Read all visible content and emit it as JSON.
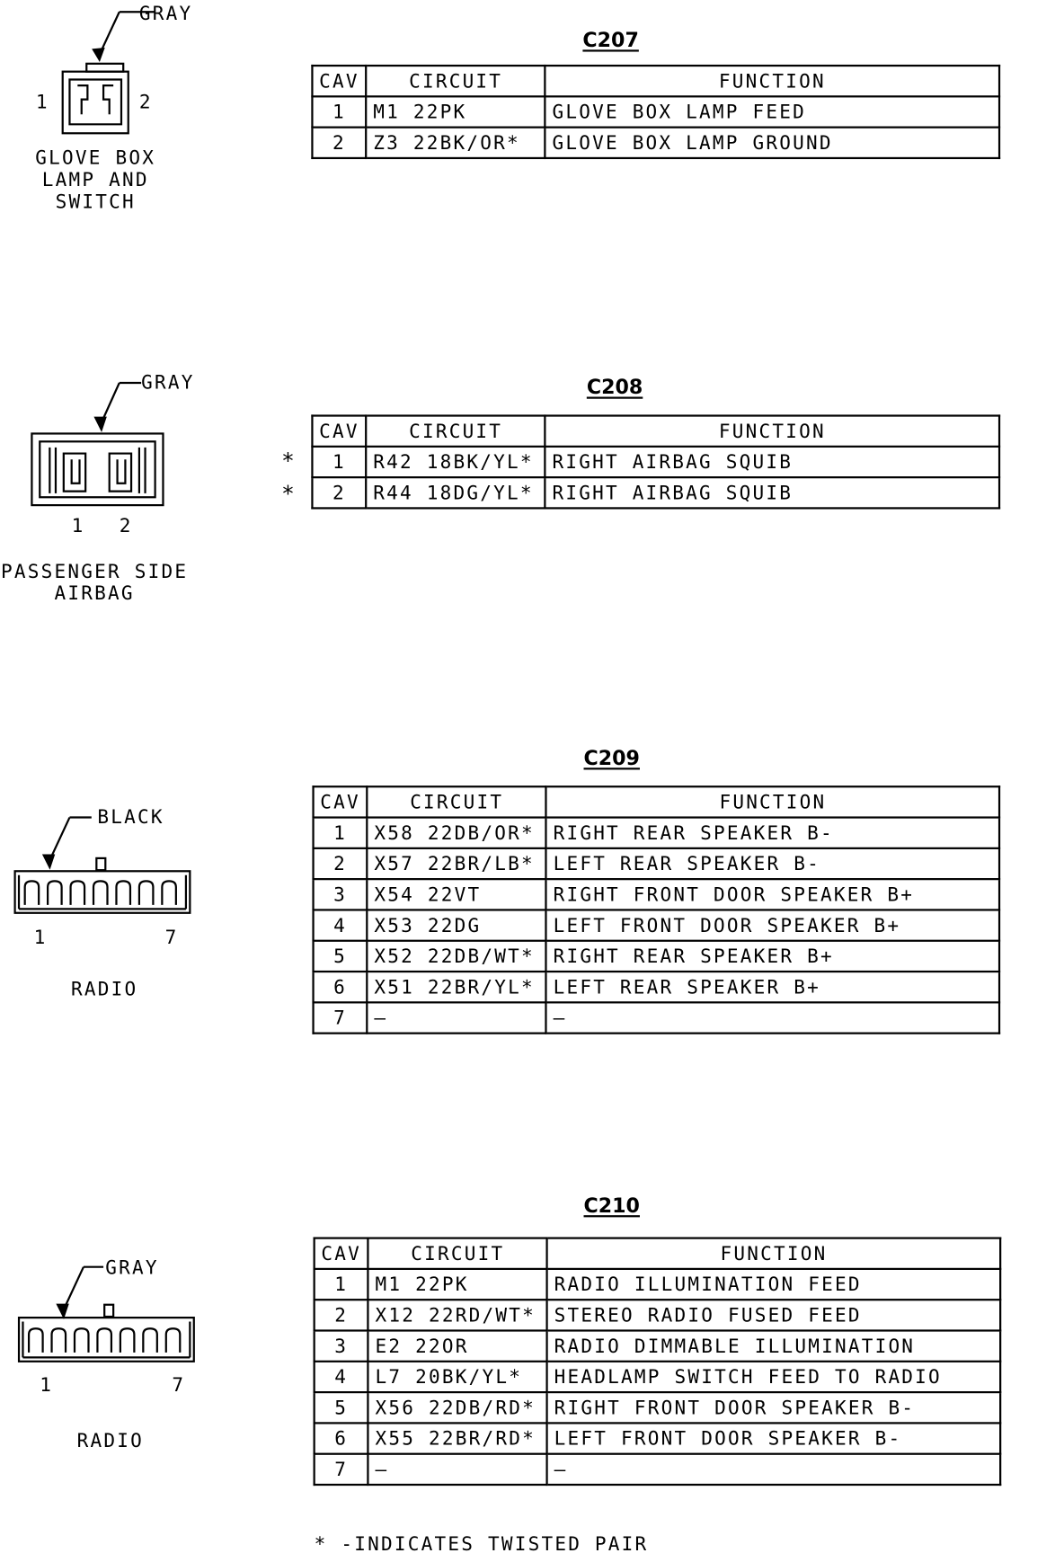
{
  "headers": {
    "cav": "CAV",
    "circuit": "CIRCUIT",
    "function": "FUNCTION"
  },
  "connectors": [
    {
      "id": "C207",
      "color": "GRAY",
      "name": "GLOVE BOX\nLAMP AND\nSWITCH",
      "pin_first": "1",
      "pin_last": "2",
      "rows": [
        [
          "1",
          "M1 22PK",
          "GLOVE BOX LAMP FEED",
          ""
        ],
        [
          "2",
          "Z3 22BK/OR*",
          "GLOVE BOX LAMP GROUND",
          ""
        ]
      ]
    },
    {
      "id": "C208",
      "color": "GRAY",
      "name": "PASSENGER SIDE\nAIRBAG",
      "pin_first": "1",
      "pin_last": "2",
      "rows": [
        [
          "1",
          "R42 18BK/YL*",
          "RIGHT AIRBAG SQUIB",
          "*"
        ],
        [
          "2",
          "R44 18DG/YL*",
          "RIGHT AIRBAG SQUIB",
          "*"
        ]
      ]
    },
    {
      "id": "C209",
      "color": "BLACK",
      "name": "RADIO",
      "pin_first": "1",
      "pin_last": "7",
      "rows": [
        [
          "1",
          "X58 22DB/OR*",
          "RIGHT REAR SPEAKER B-",
          ""
        ],
        [
          "2",
          "X57 22BR/LB*",
          "LEFT REAR SPEAKER B-",
          ""
        ],
        [
          "3",
          "X54 22VT",
          "RIGHT FRONT DOOR SPEAKER B+",
          ""
        ],
        [
          "4",
          "X53 22DG",
          "LEFT FRONT DOOR SPEAKER B+",
          ""
        ],
        [
          "5",
          "X52 22DB/WT*",
          "RIGHT REAR SPEAKER B+",
          ""
        ],
        [
          "6",
          "X51 22BR/YL*",
          "LEFT REAR SPEAKER B+",
          ""
        ],
        [
          "7",
          "—",
          "—",
          ""
        ]
      ]
    },
    {
      "id": "C210",
      "color": "GRAY",
      "name": "RADIO",
      "pin_first": "1",
      "pin_last": "7",
      "rows": [
        [
          "1",
          "M1 22PK",
          "RADIO ILLUMINATION FEED",
          ""
        ],
        [
          "2",
          "X12 22RD/WT*",
          "STEREO RADIO FUSED FEED",
          ""
        ],
        [
          "3",
          "E2 22OR",
          "RADIO DIMMABLE ILLUMINATION",
          ""
        ],
        [
          "4",
          "L7 20BK/YL*",
          "HEADLAMP SWITCH FEED TO RADIO",
          ""
        ],
        [
          "5",
          "X56 22DB/RD*",
          "RIGHT FRONT DOOR SPEAKER B-",
          ""
        ],
        [
          "6",
          "X55 22BR/RD*",
          "LEFT FRONT DOOR SPEAKER B-",
          ""
        ],
        [
          "7",
          "—",
          "—",
          ""
        ]
      ]
    }
  ],
  "footnote": "* -INDICATES TWISTED PAIR"
}
